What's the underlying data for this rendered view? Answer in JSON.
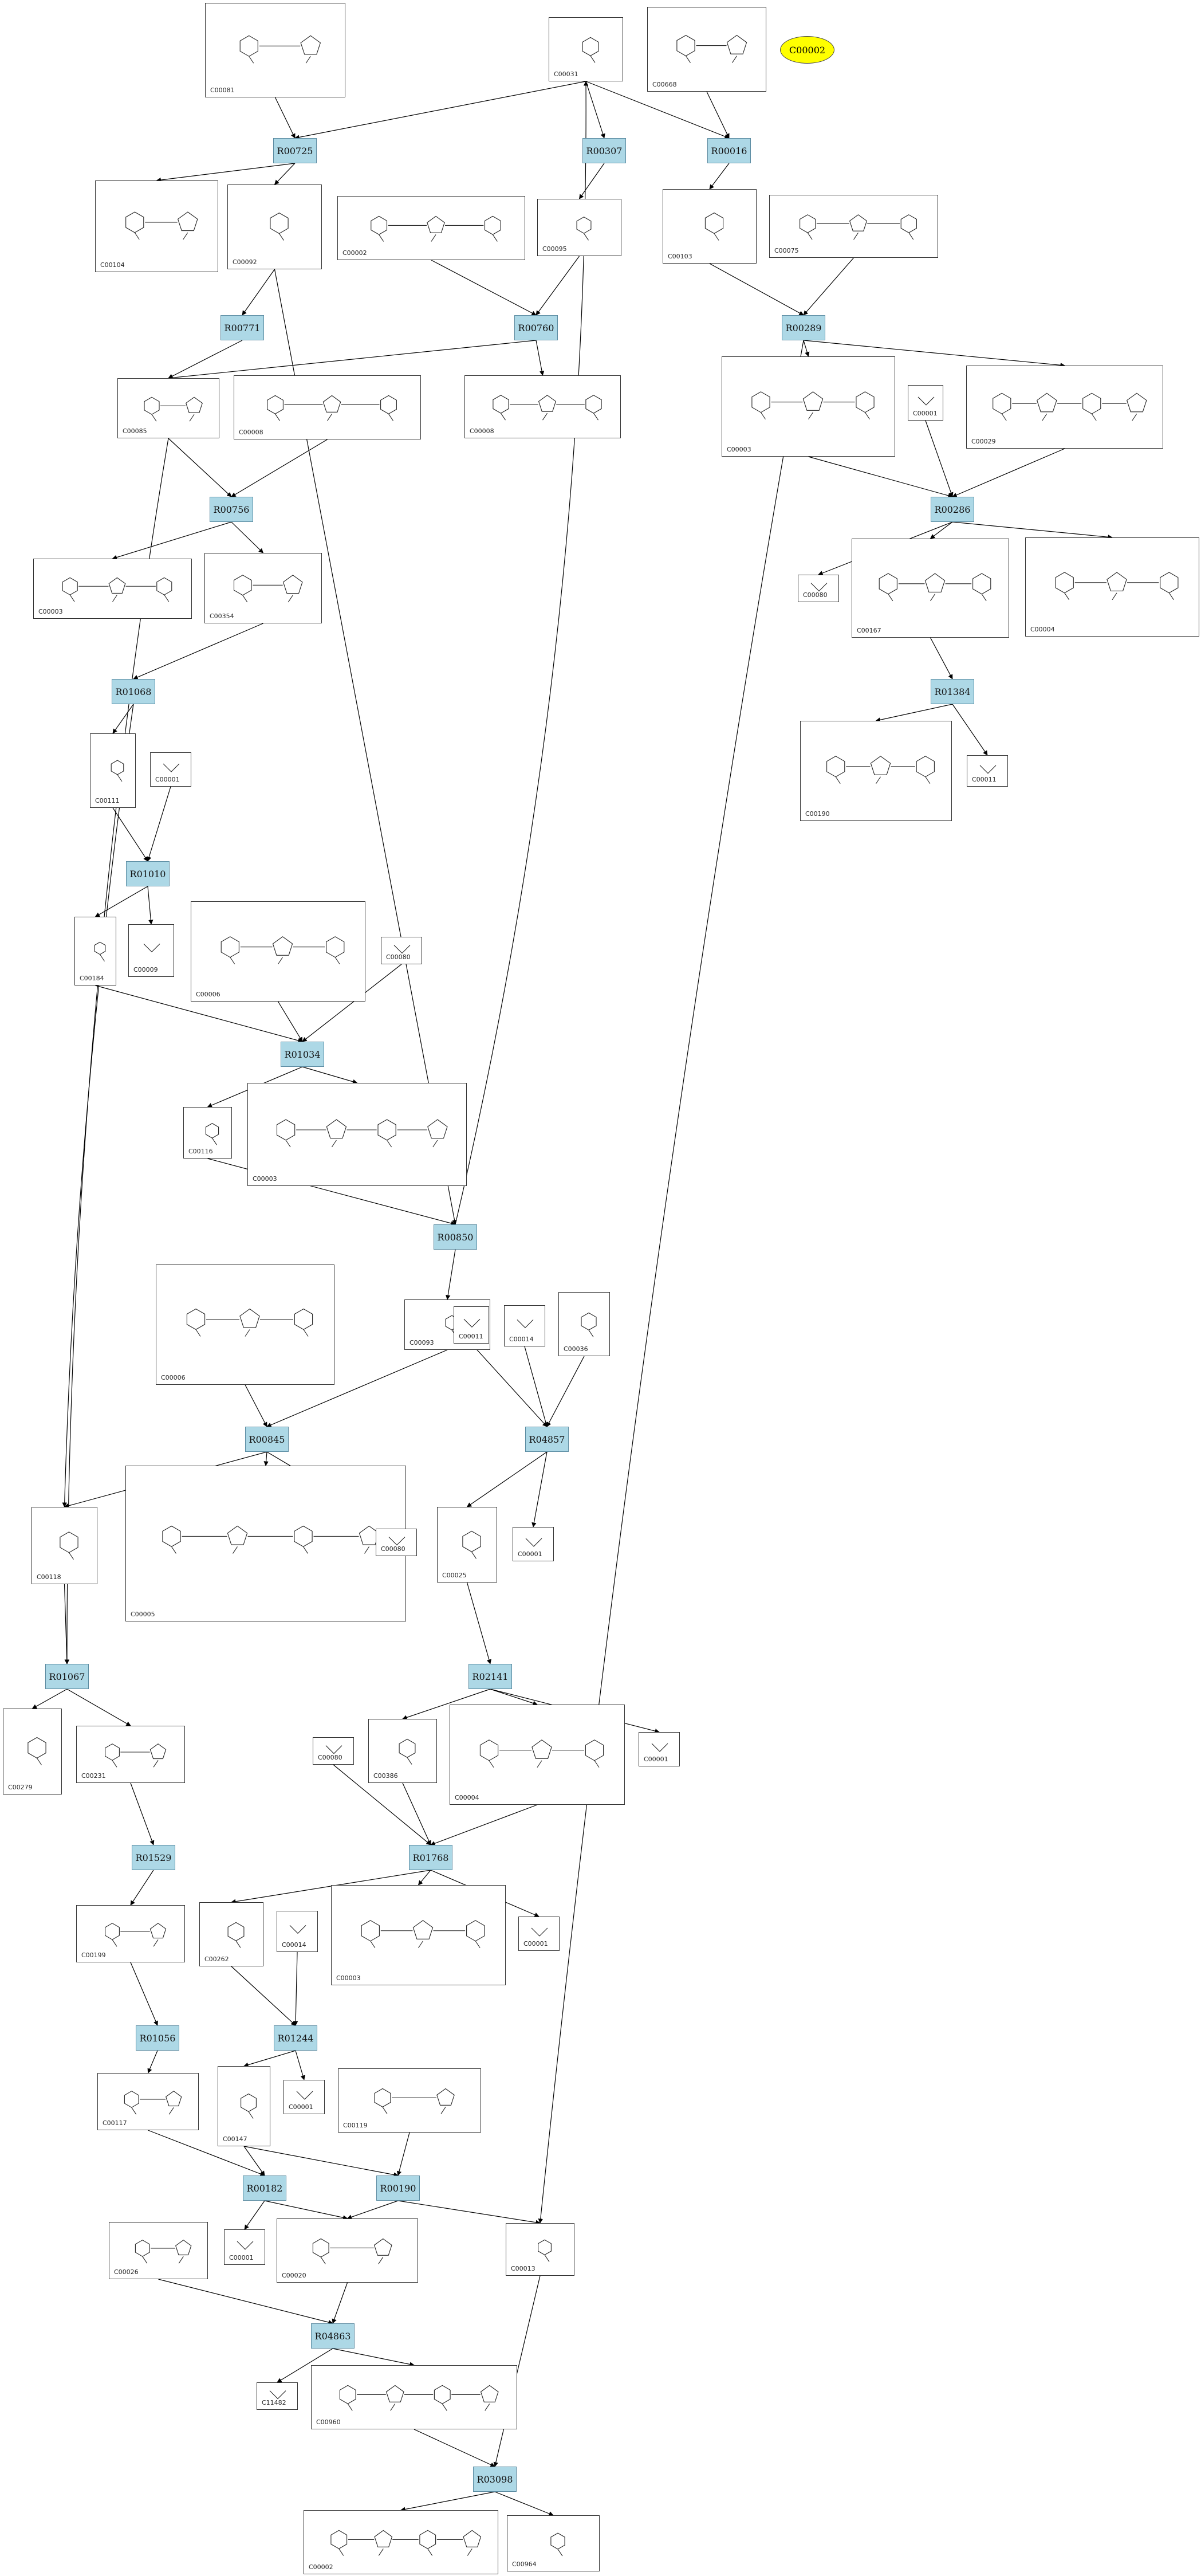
{
  "reactions": [
    "R00725",
    "R00307",
    "R00016",
    "R00771",
    "R00760",
    "R00289",
    "R00756",
    "R00286",
    "R01068",
    "R01384",
    "R01010",
    "R01034",
    "R00850",
    "R00845",
    "R04857",
    "R01067",
    "R02141",
    "R01529",
    "R01768",
    "R01056",
    "R01244",
    "R00182",
    "R00190",
    "R04863",
    "R03098"
  ],
  "compounds": [
    "C00081",
    "C00031",
    "C00668",
    "C00104",
    "C00092",
    "C00002",
    "C00095",
    "C00103",
    "C00075",
    "C00085",
    "C00008",
    "C00003",
    "C00001",
    "C00029",
    "C00354",
    "C00080",
    "C00167",
    "C00004",
    "C00111",
    "C00190",
    "C00011",
    "C00184",
    "C00009",
    "C00006",
    "C00116",
    "C00093",
    "C00014",
    "C00036",
    "C00005",
    "C00118",
    "C00025",
    "C00279",
    "C00231",
    "C00386",
    "C00199",
    "C00262",
    "C00117",
    "C00147",
    "C00119",
    "C00020",
    "C00013",
    "C00026",
    "C11482",
    "C00960",
    "C00964"
  ],
  "highlight": {
    "id": "C00002",
    "color": "#ffff00"
  },
  "reaction_color": "#add8e6"
}
